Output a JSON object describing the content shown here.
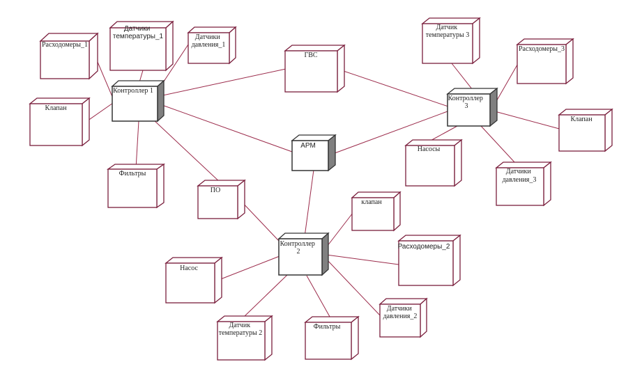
{
  "diagram": {
    "nodes": {
      "rashodomery_1": {
        "lines": [
          "Расходомеры_1"
        ]
      },
      "datchiki_temp_1": {
        "lines": [
          "Датчики",
          "температуры_1"
        ]
      },
      "datchiki_davl_1": {
        "lines": [
          "Датчики",
          "давления_1"
        ]
      },
      "klapan_1": {
        "lines": [
          "Клапан"
        ]
      },
      "kontroller_1": {
        "lines": [
          "Контроллер 1"
        ]
      },
      "filtry_1": {
        "lines": [
          "Фильтры"
        ]
      },
      "gvs": {
        "lines": [
          "ГВС"
        ]
      },
      "arm": {
        "lines": [
          "АРМ"
        ]
      },
      "po": {
        "lines": [
          "ПО"
        ]
      },
      "datchik_temp_3": {
        "lines": [
          "Датчик",
          "температуры 3"
        ]
      },
      "rashodomery_3": {
        "lines": [
          "Расходомеры_3"
        ]
      },
      "kontroller_3": {
        "lines": [
          "Контроллер",
          "3"
        ]
      },
      "klapan_3": {
        "lines": [
          "Клапан"
        ]
      },
      "nasosy": {
        "lines": [
          "Насосы"
        ]
      },
      "datchiki_davl_3": {
        "lines": [
          "Датчики",
          "давления_3"
        ]
      },
      "klapan_2": {
        "lines": [
          "клапан"
        ]
      },
      "kontroller_2": {
        "lines": [
          "Контроллер",
          "2"
        ]
      },
      "rashodomery_2": {
        "lines": [
          "Расходомеры_2"
        ]
      },
      "nasos": {
        "lines": [
          "Насос"
        ]
      },
      "datchiki_davl_2": {
        "lines": [
          "Датчики",
          "давления_2"
        ]
      },
      "datchik_temp_2": {
        "lines": [
          "Датчик",
          "температуры 2"
        ]
      },
      "filtry_2": {
        "lines": [
          "Фильтры"
        ]
      }
    }
  }
}
